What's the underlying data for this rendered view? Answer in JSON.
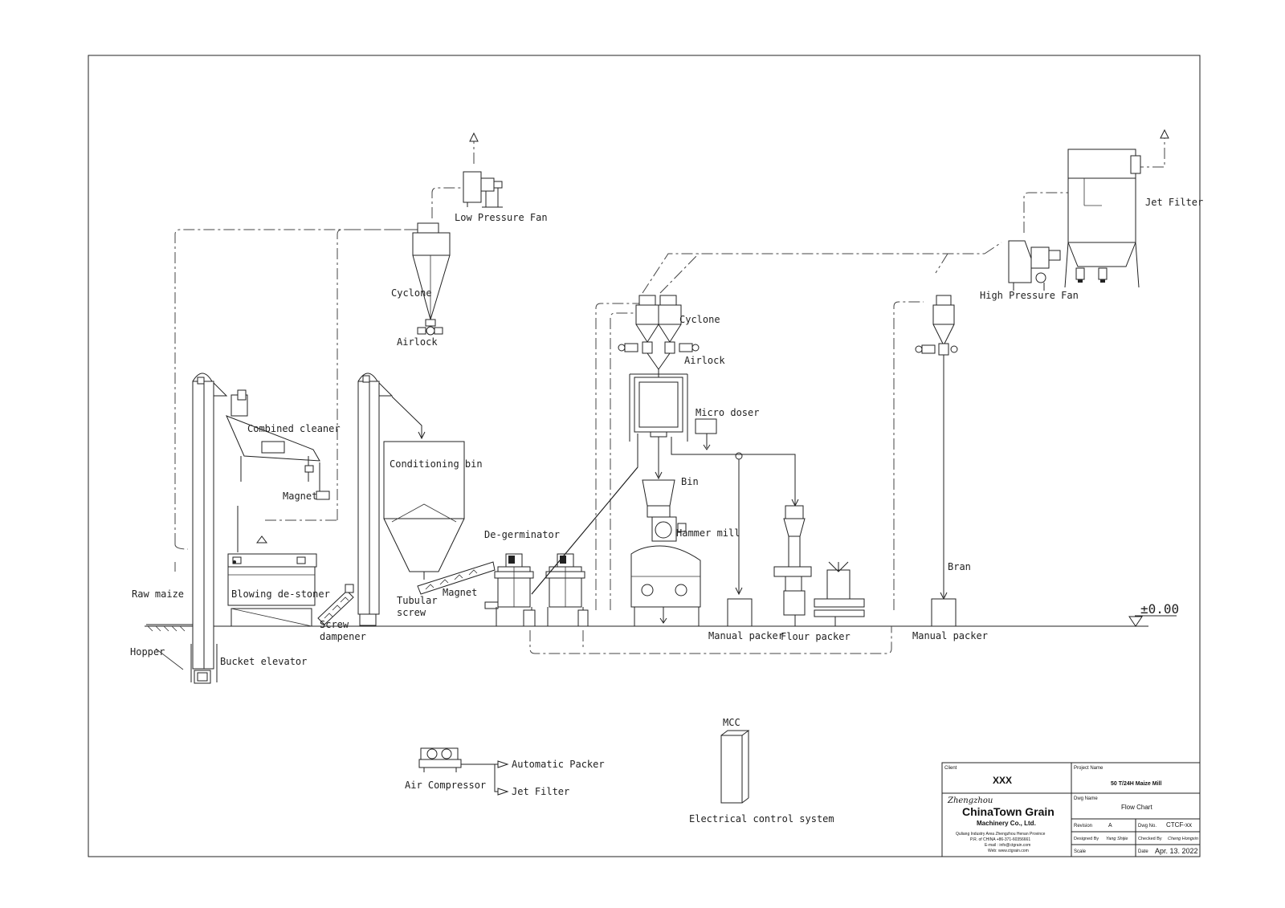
{
  "labels": {
    "low_pressure_fan": "Low Pressure Fan",
    "cyclone_1": "Cyclone",
    "airlock_1": "Airlock",
    "cyclone_2": "Cyclone",
    "airlock_2": "Airlock",
    "jet_filter": "Jet Filter",
    "high_pressure_fan": "High Pressure Fan",
    "combined_cleaner": "Combined cleaner",
    "magnet_1": "Magnet",
    "conditioning_bin": "Conditioning bin",
    "micro_doser": "Micro doser",
    "bin": "Bin",
    "hammer_mill": "Hammer mill",
    "degerminator": "De-germinator",
    "bran": "Bran",
    "raw_maize": "Raw maize",
    "blowing_destoner": "Blowing de-stoner",
    "tubular_screw": "Tubular\nscrew",
    "magnet_2": "Magnet",
    "screw_dampener": "Screw\ndampener",
    "hopper": "Hopper",
    "bucket_elevator": "Bucket elevator",
    "manual_packer_1": "Manual packer",
    "flour_packer": "Flour packer",
    "manual_packer_2": "Manual packer",
    "level": "±0.00",
    "mcc": "MCC",
    "electrical_control": "Electrical control system",
    "air_compressor": "Air Compressor",
    "automatic_packer": "Automatic Packer",
    "jet_filter_2": "Jet Filter"
  },
  "title_block": {
    "client_label": "Client",
    "client_value": "XXX",
    "project_label": "Project Name",
    "project_value": "50 T/24H Maize Mill",
    "dwg_name_label": "Dwg Name",
    "dwg_name_value": "Flow Chart",
    "company_script": "Zhengzhou",
    "company_name": "ChinaTown Grain",
    "company_sub": "Machinery Co., Ltd.",
    "address_1": "Quliang Industry Area Zhengzhou Henan Province",
    "address_2": "P.R. of CHINA +86-371-60356661",
    "email": "E-mail : info@ctgrain.com",
    "web": "Web: www.ctgrain.com",
    "revision_label": "Revision",
    "revision_value": "A",
    "dwg_no_label": "Dwg No.",
    "dwg_no_value": "CTCF-xx",
    "designed_label": "Designed By",
    "designed_value": "Yang Shijie",
    "checked_label": "Checked By",
    "checked_value": "Cheng Hongxin",
    "scale_label": "Scale",
    "date_label": "Date",
    "date_value": "Apr. 13. 2022"
  },
  "colors": {
    "line": "#222222",
    "background": "#ffffff"
  }
}
